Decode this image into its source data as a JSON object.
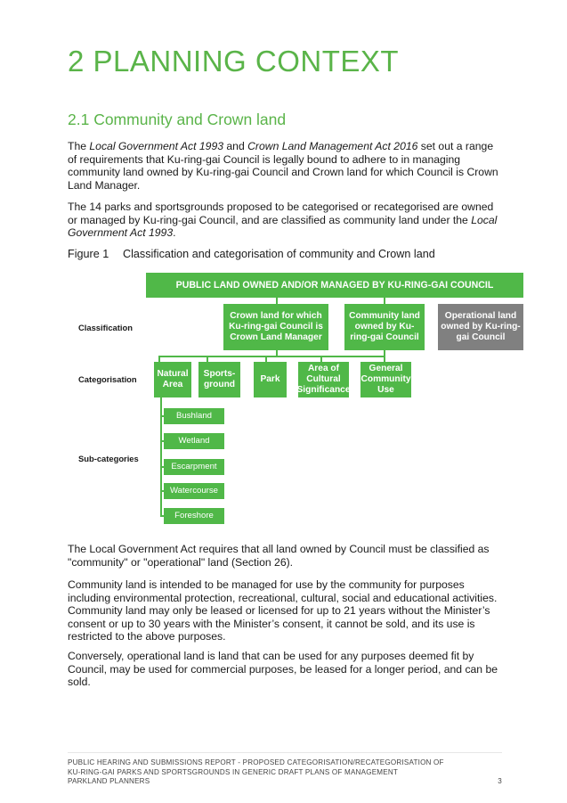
{
  "page": {
    "title": "2 PLANNING CONTEXT",
    "section_heading": "2.1 Community and Crown land",
    "para1": {
      "t1": "The ",
      "em1": "Local Government Act 1993",
      "t2": " and ",
      "em2": "Crown Land Management Act 2016",
      "t3": " set out a range of requirements that Ku-ring-gai Council is legally bound to adhere to in managing community land owned by Ku-ring-gai Council and Crown land for which Council is Crown Land Manager."
    },
    "para2": {
      "t1": "The 14 parks and sportsgrounds proposed to be categorised or recategorised are owned or managed by Ku-ring-gai Council, and are classified as community land under the ",
      "em1": "Local Government Act 1993",
      "t2": "."
    },
    "figure": {
      "number": "Figure 1",
      "caption": "Classification and categorisation of community and Crown land"
    },
    "para3": "The Local Government Act requires that all land owned by Council must be classified as \"community\" or \"operational\" land (Section 26).",
    "para4": "Community land is intended to be managed for use by the community for purposes including environmental protection, recreational, cultural, social and educational activities. Community land may only be leased or licensed for up to 21 years without the Minister’s consent or up to 30 years with the Minister’s consent, it cannot be sold, and its use is restricted to the above purposes.",
    "para5": "Conversely, operational land is land that can be used for any purposes deemed fit by Council, may be used for commercial purposes, be leased for a longer period, and can be sold."
  },
  "diagram": {
    "top_box": "PUBLIC LAND OWNED AND/OR MANAGED BY KU-RING-GAI COUNCIL",
    "row_labels": {
      "classification": "Classification",
      "categorisation": "Categorisation",
      "subcategories": "Sub-categories"
    },
    "classification": {
      "crown_land": "Crown land for which Ku-ring-gai Council is Crown Land Manager",
      "community_land": "Community land owned by Ku-ring-gai Council",
      "operational_land": "Operational land owned by Ku-ring-gai Council"
    },
    "categories": {
      "natural_area": "Natural Area",
      "sportsground": "Sports-ground",
      "park": "Park",
      "cultural": "Area of Cultural Significance",
      "general_use": "General Community Use"
    },
    "subcategories": [
      "Bushland",
      "Wetland",
      "Escarpment",
      "Watercourse",
      "Foreshore"
    ],
    "colors": {
      "green": "#50b848",
      "grey": "#808080",
      "heading_green": "#5ab449"
    }
  },
  "footer": {
    "line1": "PUBLIC HEARING AND SUBMISSIONS REPORT - PROPOSED CATEGORISATION/RECATEGORISATION OF",
    "line2": "KU-RING-GAI PARKS AND SPORTSGROUNDS IN GENERIC DRAFT PLANS OF MANAGEMENT",
    "line3": "PARKLAND PLANNERS",
    "page_number": "3"
  }
}
